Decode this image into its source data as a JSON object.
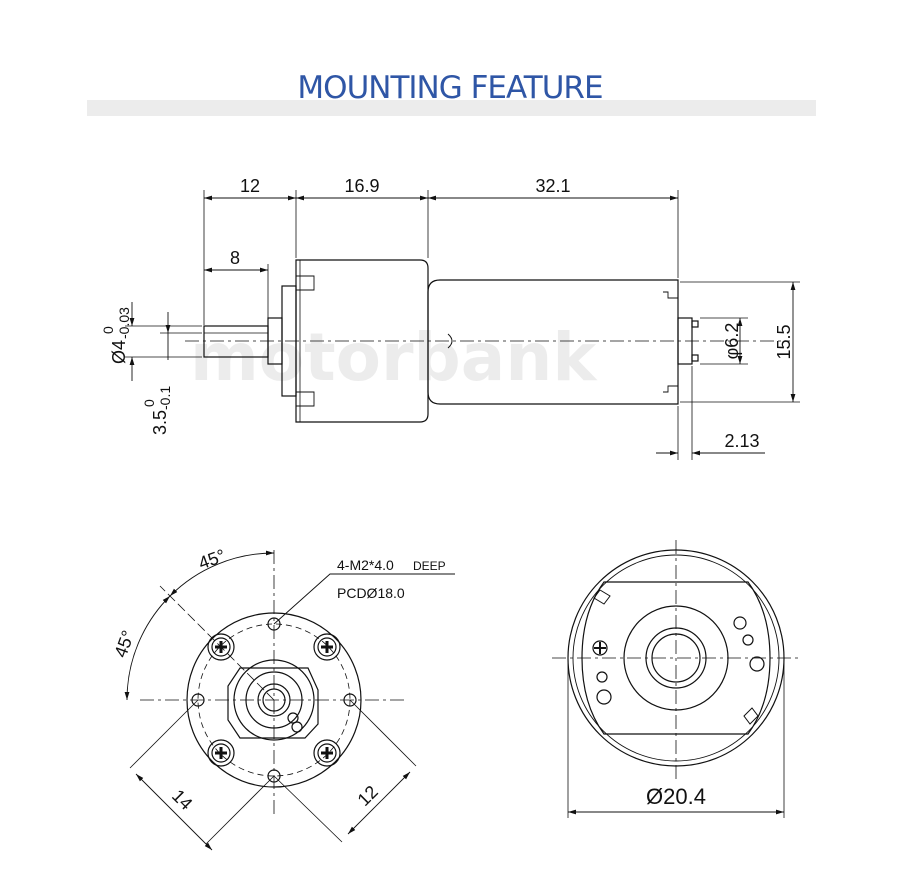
{
  "header": {
    "title": "MOUNTING FEATURE"
  },
  "watermark": {
    "text": "motorbank"
  },
  "side_view": {
    "dims": {
      "shaft_length": "12",
      "shaft_flat": "8",
      "gearbox_length": "16.9",
      "motor_length": "32.1",
      "terminal": "2.13",
      "height": "15.5",
      "boss": "φ6.2",
      "shaft_dia": "Ø4",
      "shaft_dia_tol": "-0.03",
      "shaft_dia_tol_top": "0",
      "flat": "3.5",
      "flat_tol": "-0.1",
      "flat_tol_top": "0"
    }
  },
  "front_view": {
    "angle_top": "45°",
    "angle_left": "45°",
    "note_line1": "4-M2*4.0",
    "note_deep": "DEEP",
    "note_line2": "PCDØ18.0",
    "dim_left": "14",
    "dim_right": "12"
  },
  "rear_view": {
    "diameter": "Ø20.4"
  },
  "colors": {
    "title": "#2f56a6",
    "line": "#111111",
    "title_bar": "#ececec"
  }
}
